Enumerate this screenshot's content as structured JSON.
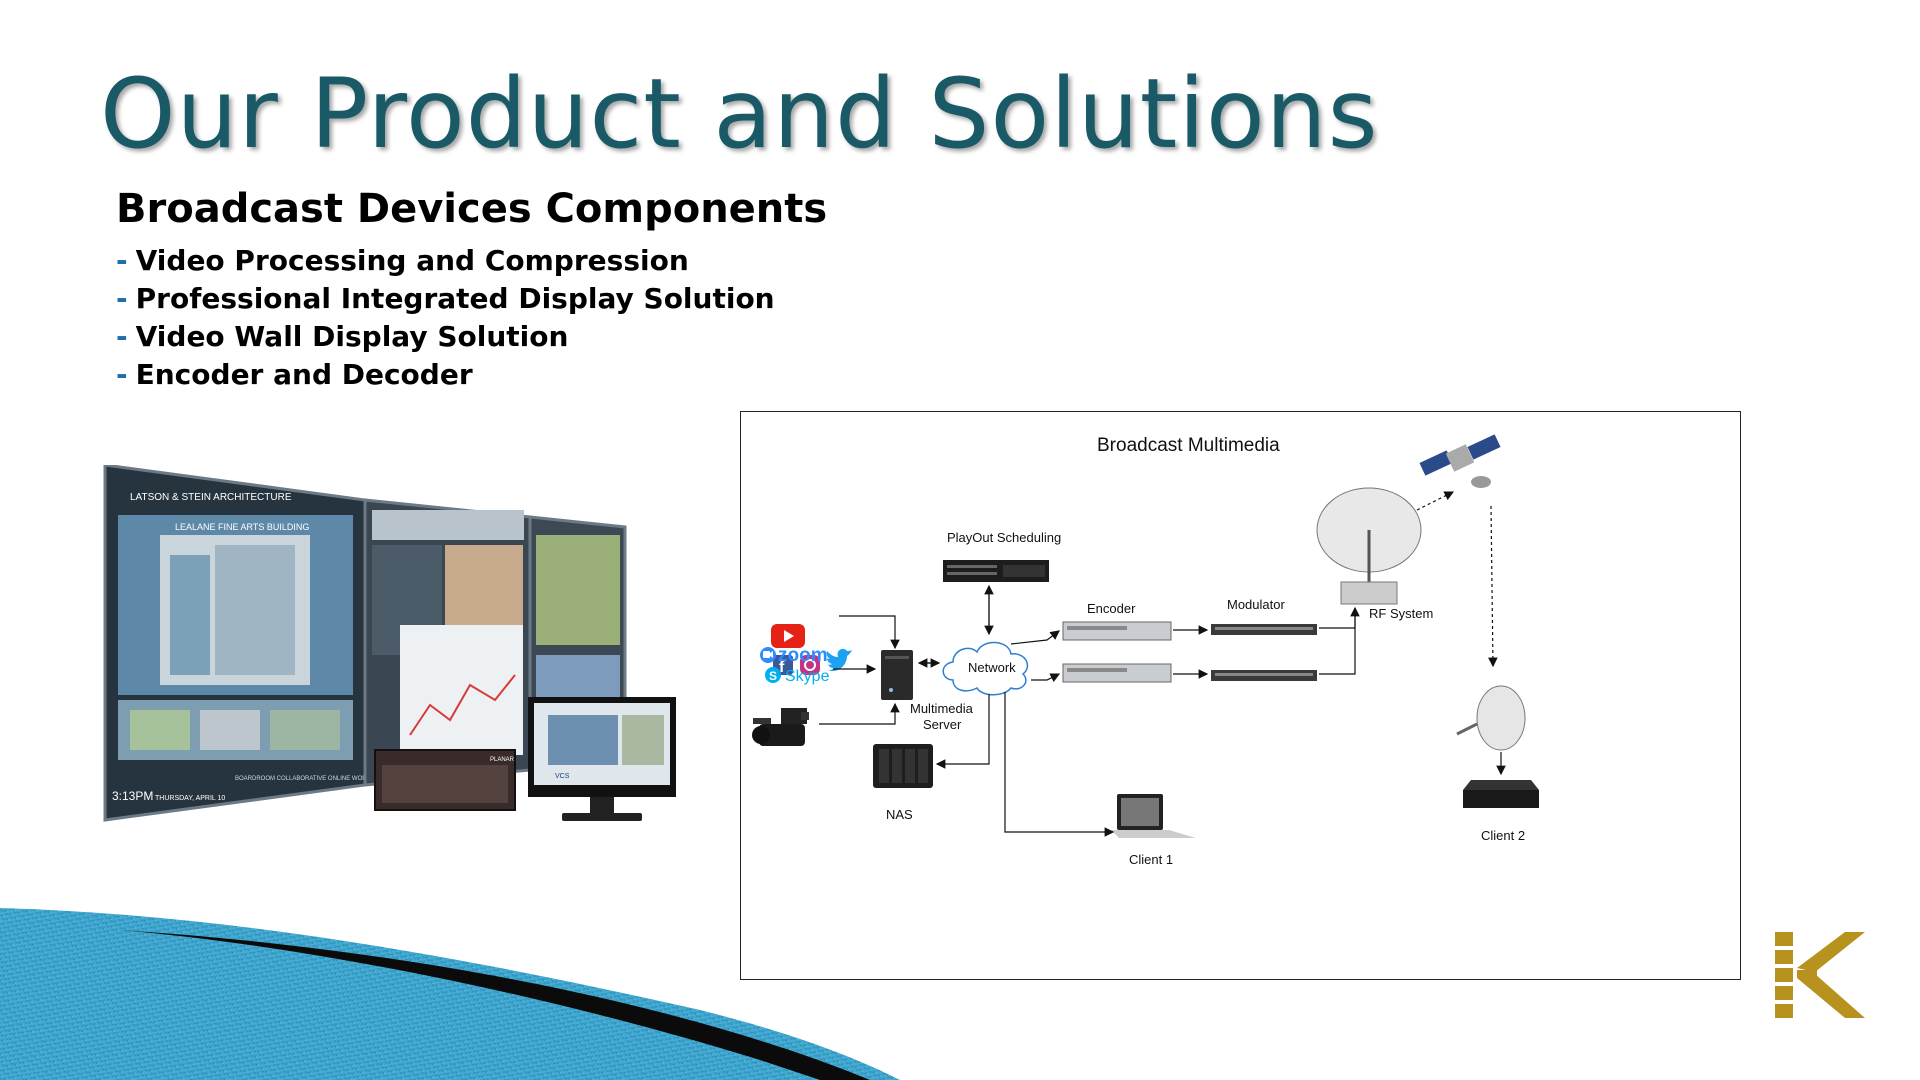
{
  "slide": {
    "title": "Our Product and Solutions",
    "subtitle": "Broadcast Devices Components",
    "bullet_dash": "-",
    "bullets": [
      "Video Processing and Compression",
      "Professional Integrated Display Solution",
      "Video Wall Display Solution",
      "Encoder and Decoder"
    ]
  },
  "colors": {
    "title": "#1a5a66",
    "bullet_dash": "#1d6fa8",
    "wave_dark": "#0b0b0b",
    "wave_blue": "#2e95c2",
    "logo_gold": "#b8921e"
  },
  "videowall": {
    "brand": "LATSON & STEIN ARCHITECTURE",
    "panel_heading": "LEALANE FINE ARTS BUILDING",
    "clock": "3:13PM",
    "date": "THURSDAY, APRIL 10",
    "footer": "BOARDROOM COLLABORATIVE ONLINE WORKSPACE",
    "device_brand": "PLANAR",
    "monitor_badge": "VCS"
  },
  "diagram": {
    "title": "Broadcast Multimedia",
    "sources": [
      "youtube-icon",
      "facebook-icon",
      "instagram-icon",
      "twitter-icon"
    ],
    "zoom_label": "zoom",
    "skype_label": "Skype",
    "nodes": {
      "playout": "PlayOut Scheduling",
      "network": "Network",
      "server_line1": "Multimedia",
      "server_line2": "Server",
      "encoder": "Encoder",
      "modulator": "Modulator",
      "rf": "RF System",
      "nas": "NAS",
      "client1": "Client 1",
      "client2": "Client 2"
    }
  },
  "logo": {
    "letter": "K"
  }
}
